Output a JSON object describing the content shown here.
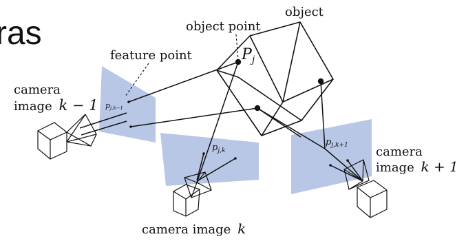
{
  "header_fragment": "ras",
  "labels": {
    "object": "object",
    "object_point": "object point",
    "object_point_symbol": "P",
    "object_point_subscript": "j",
    "feature_point": "feature point",
    "camera_prev_line1": "camera",
    "camera_prev_line2": "image",
    "camera_prev_index": "k − 1",
    "feature_prev": "p",
    "feature_prev_sub": "j,k−1",
    "feature_curr": "p",
    "feature_curr_sub": "j,k",
    "feature_next": "p",
    "feature_next_sub": "j,k+1",
    "camera_next_line1": "camera",
    "camera_next_line2": "image",
    "camera_next_index": "k + 1",
    "camera_curr": "camera image",
    "camera_curr_index": "k"
  },
  "colors": {
    "image_plane": "#b9c7e6",
    "ink": "#111111"
  }
}
